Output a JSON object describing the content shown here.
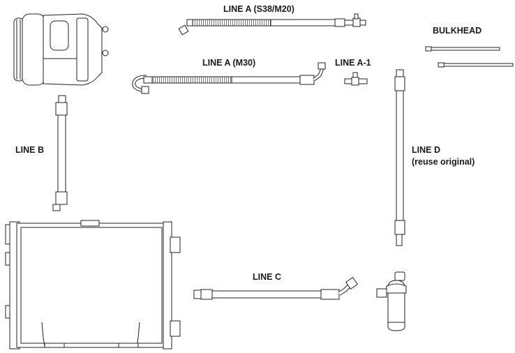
{
  "labels": {
    "line_a_s38": "LINE A (S38/M20)",
    "line_a_m30": "LINE A (M30)",
    "line_a1": "LINE A-1",
    "bulkhead": "BULKHEAD",
    "line_b": "LINE B",
    "line_d": "LINE D",
    "line_d_note": "(reuse original)",
    "line_c": "LINE C"
  },
  "colors": {
    "line": "#222222",
    "background": "#ffffff"
  }
}
